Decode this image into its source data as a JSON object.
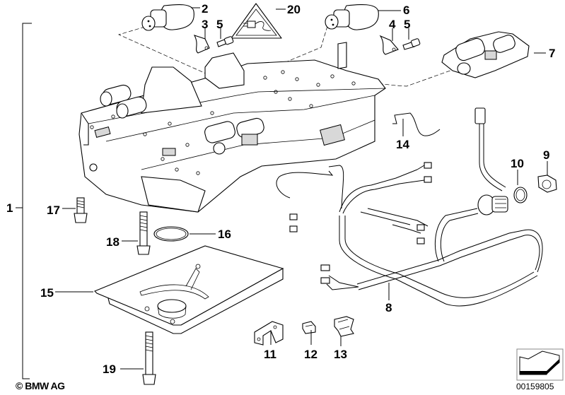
{
  "diagram": {
    "title": "Automatic transmission valve body / wiring harness",
    "labels": [
      {
        "id": "1",
        "text": "1",
        "part": "valve-body-assembly"
      },
      {
        "id": "2",
        "text": "2",
        "part": "solenoid-valve-left"
      },
      {
        "id": "3",
        "text": "3",
        "part": "retaining-bracket-left"
      },
      {
        "id": "4",
        "text": "4",
        "part": "retaining-bracket-right"
      },
      {
        "id": "5a",
        "text": "5",
        "part": "screw-left"
      },
      {
        "id": "5b",
        "text": "5",
        "part": "screw-right"
      },
      {
        "id": "6",
        "text": "6",
        "part": "solenoid-valve-right"
      },
      {
        "id": "7",
        "text": "7",
        "part": "pressure-regulator"
      },
      {
        "id": "8",
        "text": "8",
        "part": "wiring-harness"
      },
      {
        "id": "9",
        "text": "9",
        "part": "hex-nut"
      },
      {
        "id": "10",
        "text": "10",
        "part": "o-ring"
      },
      {
        "id": "11",
        "text": "11",
        "part": "cable-clip"
      },
      {
        "id": "12",
        "text": "12",
        "part": "clip-small"
      },
      {
        "id": "13",
        "text": "13",
        "part": "clip-double"
      },
      {
        "id": "14",
        "text": "14",
        "part": "spring-wire"
      },
      {
        "id": "15",
        "text": "15",
        "part": "oil-filter"
      },
      {
        "id": "16",
        "text": "16",
        "part": "gasket-ring"
      },
      {
        "id": "17",
        "text": "17",
        "part": "bolt-short"
      },
      {
        "id": "18",
        "text": "18",
        "part": "bolt-medium"
      },
      {
        "id": "19",
        "text": "19",
        "part": "bolt-long"
      },
      {
        "id": "20",
        "text": "20",
        "part": "warning-label"
      }
    ],
    "copyright": "© BMW AG",
    "document_number": "00159805"
  }
}
